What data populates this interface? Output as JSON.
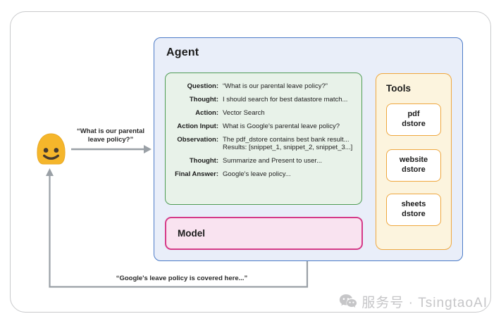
{
  "user_flow": {
    "query_label": "“What is our parental\nleave policy?”",
    "response_label": "“Google's leave policy is covered here...”",
    "user_icon": "smiley-blob-emoji"
  },
  "agent": {
    "title": "Agent",
    "trace_rows": [
      {
        "label": "Question:",
        "value": "“What is our parental leave policy?”"
      },
      {
        "label": "Thought:",
        "value": "I should search for best datastore match..."
      },
      {
        "label": "Action:",
        "value": "Vector Search"
      },
      {
        "label": "Action Input:",
        "value": "What is Google's parental leave policy?"
      },
      {
        "label": "Observation:",
        "value": "The pdf_dstore contains best bank result...\nResults: [snippet_1, snippet_2, snippet_3...]"
      },
      {
        "label": "Thought:",
        "value": "Summarize and Present to user..."
      },
      {
        "label": "Final Answer:",
        "value": "Google's leave policy..."
      }
    ],
    "model_title": "Model"
  },
  "tools": {
    "title": "Tools",
    "items": [
      "pdf\ndstore",
      "website\ndstore",
      "sheets\ndstore"
    ]
  },
  "watermark": {
    "icon": "wechat-icon",
    "text": "服务号 · TsingtaoAI"
  },
  "colors": {
    "agent_border": "#4C7BC7",
    "agent_fill": "#E9EEF9",
    "trace_border": "#4F9C55",
    "trace_fill": "#E8F2E9",
    "tools_border": "#EFA73E",
    "tools_fill": "#FCF4DE",
    "model_border": "#D53A88",
    "model_fill": "#F9E3F0",
    "emoji_yellow": "#F5B62B",
    "arrow_gray": "#9AA0A6",
    "watermark_gray": "#C6C6C8"
  }
}
